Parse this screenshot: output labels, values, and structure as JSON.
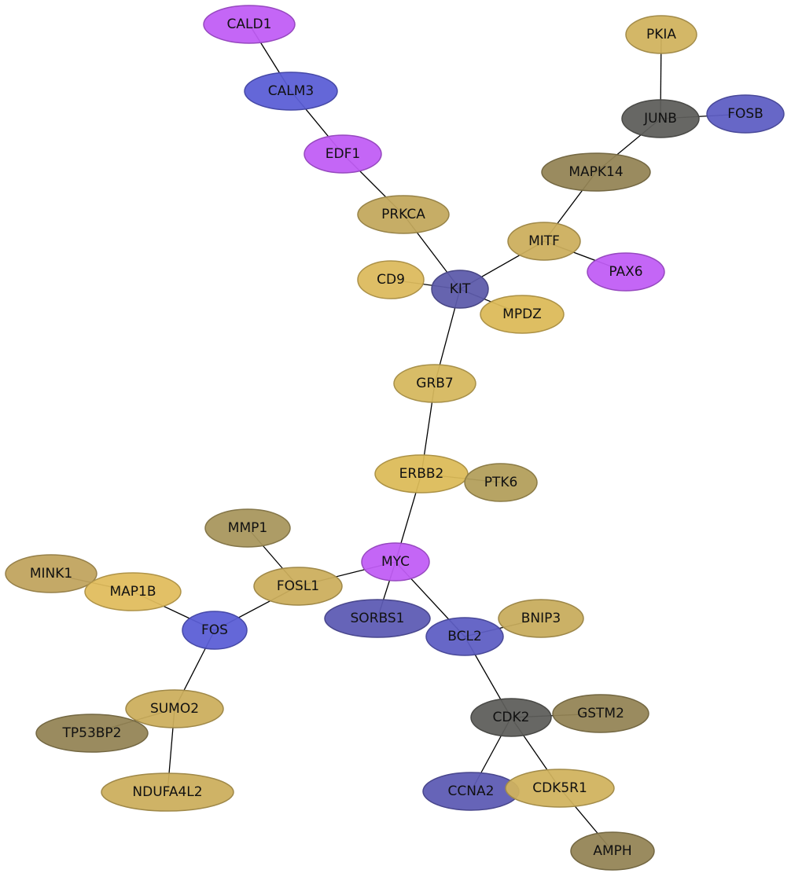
{
  "palette": {
    "gold": "#d4b24c",
    "olive": "#948455",
    "magenta": "#c05cf5",
    "blue": "#5a5acc",
    "darkgray": "#5e5e5a"
  },
  "nodes": [
    {
      "id": "CALD1",
      "label": "CALD1",
      "color": "#c05cf5"
    },
    {
      "id": "CALM3",
      "label": "CALM3",
      "color": "#5a5ed6"
    },
    {
      "id": "EDF1",
      "label": "EDF1",
      "color": "#c05cf5"
    },
    {
      "id": "PRKCA",
      "label": "PRKCA",
      "color": "#c2a85c"
    },
    {
      "id": "CD9",
      "label": "CD9",
      "color": "#dcba5c"
    },
    {
      "id": "KIT",
      "label": "KIT",
      "color": "#5c5aaa"
    },
    {
      "id": "MPDZ",
      "label": "MPDZ",
      "color": "#dcba58"
    },
    {
      "id": "PKIA",
      "label": "PKIA",
      "color": "#d0b25e"
    },
    {
      "id": "JUNB",
      "label": "JUNB",
      "color": "#5e5e5a"
    },
    {
      "id": "FOSB",
      "label": "FOSB",
      "color": "#5e5ec4"
    },
    {
      "id": "MAPK14",
      "label": "MAPK14",
      "color": "#948455"
    },
    {
      "id": "MITF",
      "label": "MITF",
      "color": "#ccae5c"
    },
    {
      "id": "PAX6",
      "label": "PAX6",
      "color": "#c05cf5"
    },
    {
      "id": "GRB7",
      "label": "GRB7",
      "color": "#d6b85e"
    },
    {
      "id": "ERBB2",
      "label": "ERBB2",
      "color": "#dcbb58"
    },
    {
      "id": "PTK6",
      "label": "PTK6",
      "color": "#b29e5a"
    },
    {
      "id": "MYC",
      "label": "MYC",
      "color": "#c05cf5"
    },
    {
      "id": "MMP1",
      "label": "MMP1",
      "color": "#a8965c"
    },
    {
      "id": "FOSL1",
      "label": "FOSL1",
      "color": "#ccae5c"
    },
    {
      "id": "MINK1",
      "label": "MINK1",
      "color": "#c0a45e"
    },
    {
      "id": "MAP1B",
      "label": "MAP1B",
      "color": "#e0bc5c"
    },
    {
      "id": "FOS",
      "label": "FOS",
      "color": "#5a5ed6"
    },
    {
      "id": "SORBS1",
      "label": "SORBS1",
      "color": "#5c5ab4"
    },
    {
      "id": "BNIP3",
      "label": "BNIP3",
      "color": "#c8ac5c"
    },
    {
      "id": "BCL2",
      "label": "BCL2",
      "color": "#5e5ec4"
    },
    {
      "id": "SUMO2",
      "label": "SUMO2",
      "color": "#ccae5c"
    },
    {
      "id": "TP53BP2",
      "label": "TP53BP2",
      "color": "#948455"
    },
    {
      "id": "NDUFA4L2",
      "label": "NDUFA4L2",
      "color": "#ccae5c"
    },
    {
      "id": "CDK2",
      "label": "CDK2",
      "color": "#5e5e5a"
    },
    {
      "id": "GSTM2",
      "label": "GSTM2",
      "color": "#948455"
    },
    {
      "id": "CCNA2",
      "label": "CCNA2",
      "color": "#5c5ab4"
    },
    {
      "id": "CDK5R1",
      "label": "CDK5R1",
      "color": "#d0b25e"
    },
    {
      "id": "AMPH",
      "label": "AMPH",
      "color": "#948455"
    }
  ],
  "edges": [
    [
      "CALD1",
      "CALM3"
    ],
    [
      "CALM3",
      "EDF1"
    ],
    [
      "EDF1",
      "PRKCA"
    ],
    [
      "PRKCA",
      "KIT"
    ],
    [
      "CD9",
      "KIT"
    ],
    [
      "KIT",
      "MPDZ"
    ],
    [
      "KIT",
      "MITF"
    ],
    [
      "KIT",
      "GRB7"
    ],
    [
      "PKIA",
      "JUNB"
    ],
    [
      "JUNB",
      "FOSB"
    ],
    [
      "JUNB",
      "MAPK14"
    ],
    [
      "MAPK14",
      "MITF"
    ],
    [
      "MITF",
      "PAX6"
    ],
    [
      "GRB7",
      "ERBB2"
    ],
    [
      "ERBB2",
      "PTK6"
    ],
    [
      "ERBB2",
      "MYC"
    ],
    [
      "MMP1",
      "FOSL1"
    ],
    [
      "FOSL1",
      "MYC"
    ],
    [
      "FOSL1",
      "FOS"
    ],
    [
      "MINK1",
      "MAP1B"
    ],
    [
      "MAP1B",
      "FOS"
    ],
    [
      "FOS",
      "SUMO2"
    ],
    [
      "MYC",
      "SORBS1"
    ],
    [
      "MYC",
      "BCL2"
    ],
    [
      "BCL2",
      "BNIP3"
    ],
    [
      "BCL2",
      "CDK2"
    ],
    [
      "SUMO2",
      "TP53BP2"
    ],
    [
      "SUMO2",
      "NDUFA4L2"
    ],
    [
      "CDK2",
      "GSTM2"
    ],
    [
      "CDK2",
      "CCNA2"
    ],
    [
      "CDK2",
      "CDK5R1"
    ],
    [
      "CDK5R1",
      "AMPH"
    ]
  ]
}
